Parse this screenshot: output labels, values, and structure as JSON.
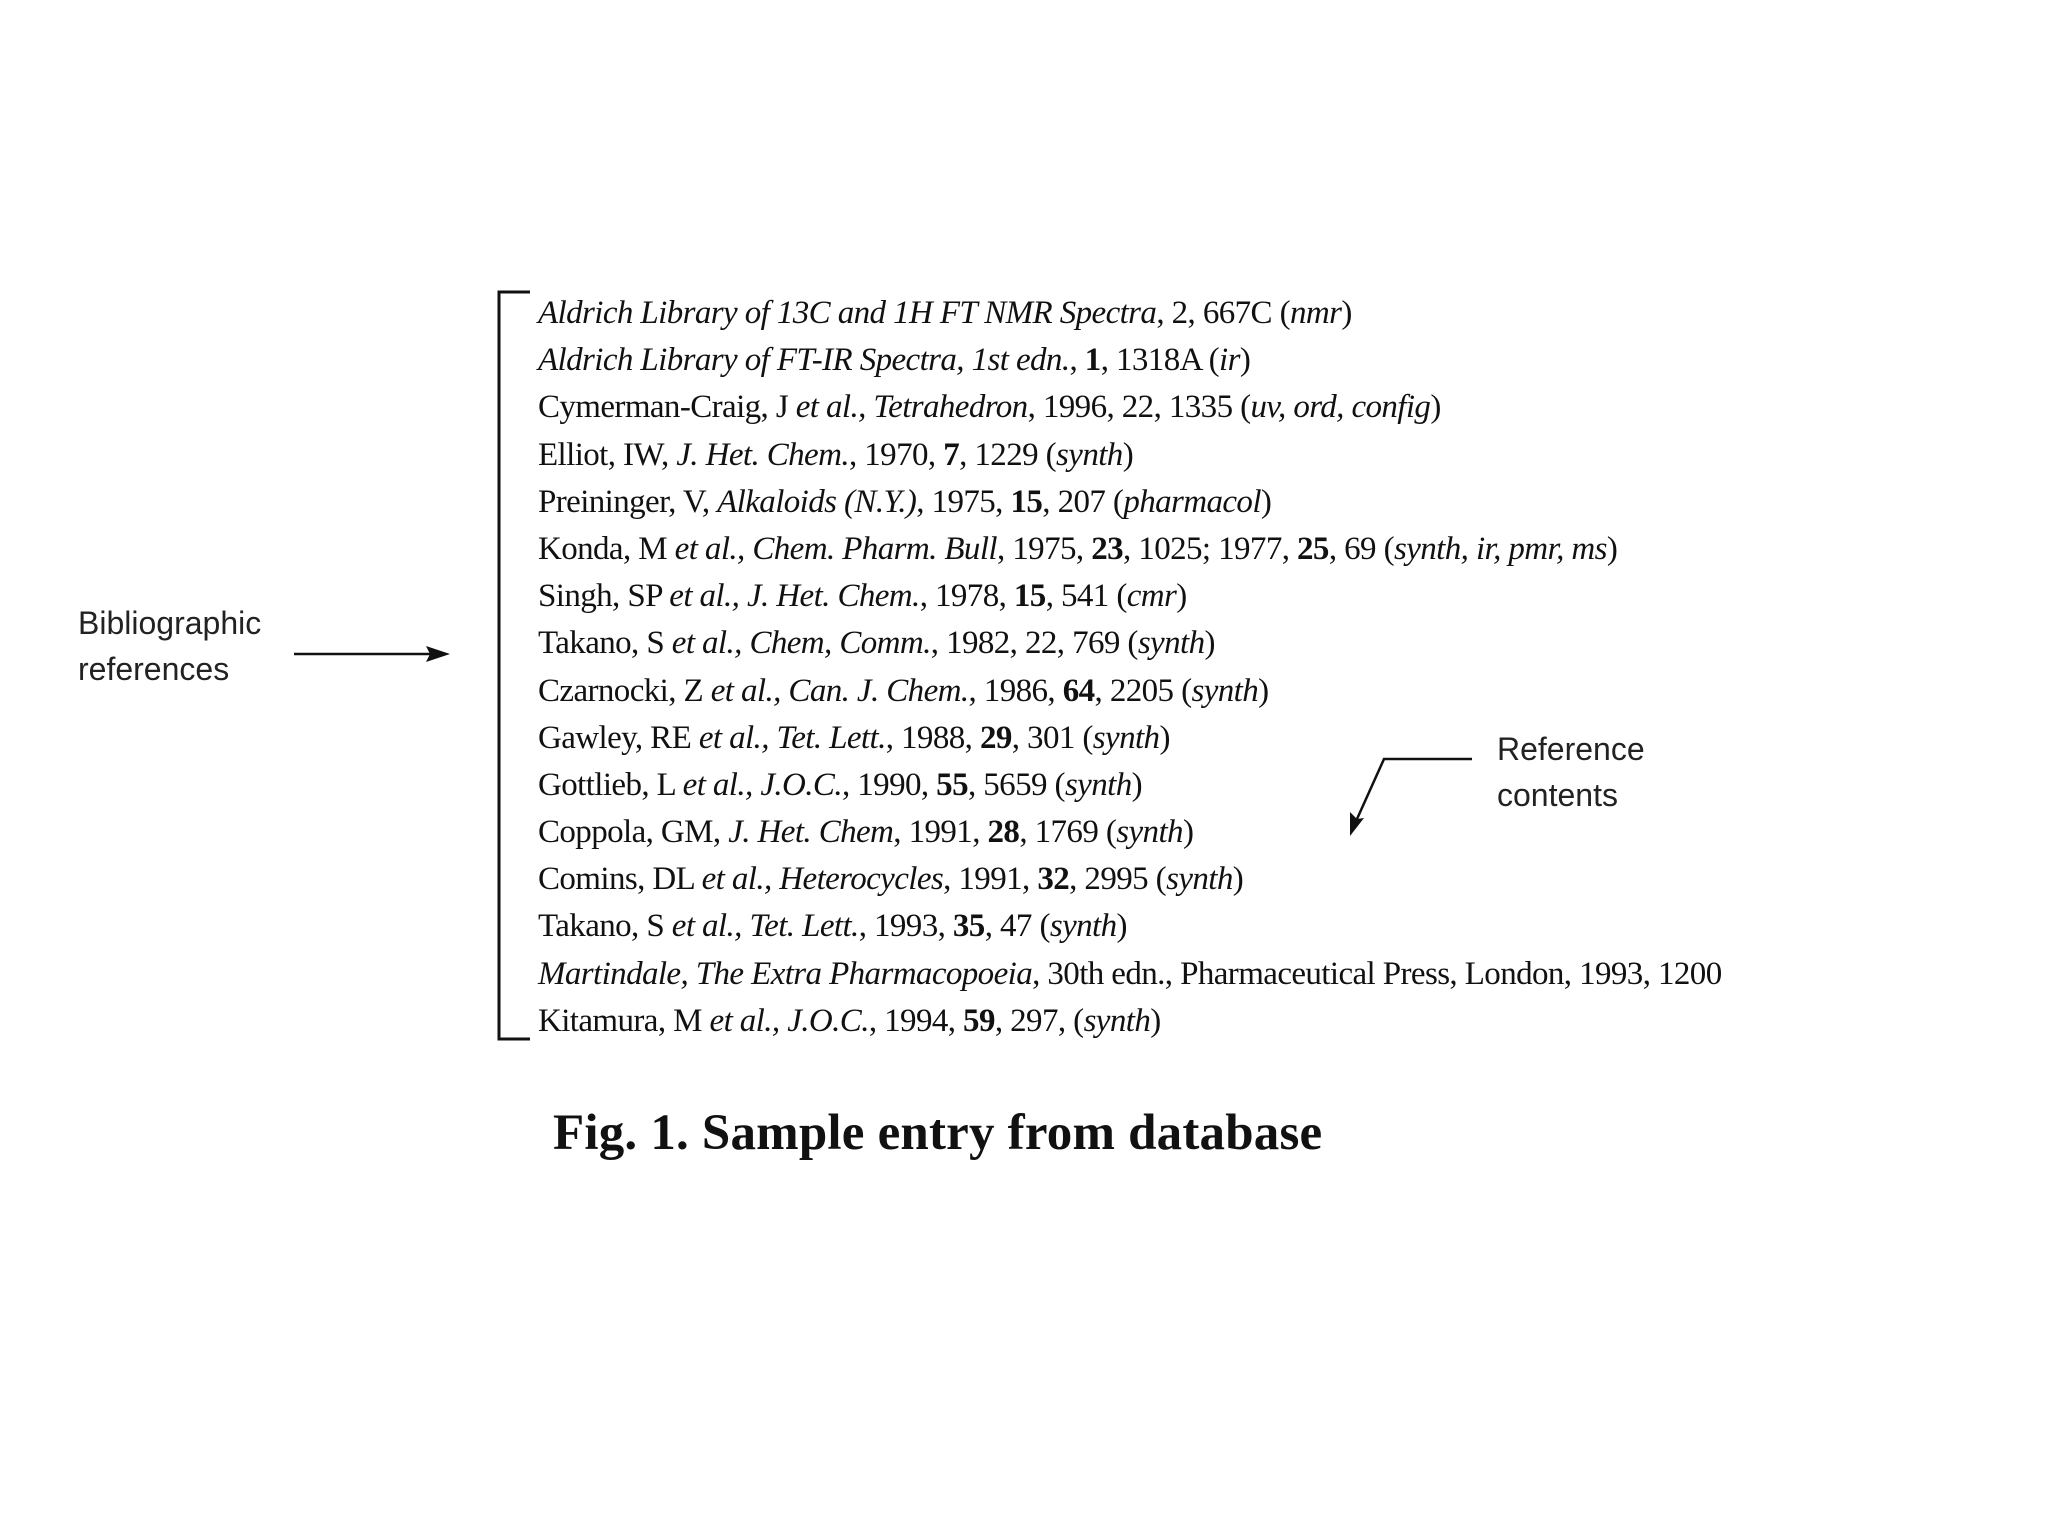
{
  "labels": {
    "bibliographic_references": [
      "Bibliographic",
      "references"
    ],
    "reference_contents": [
      "Reference",
      "contents"
    ]
  },
  "references": [
    [
      {
        "t": "Aldrich Library of 13C and 1H FT NMR Spectra",
        "s": "it"
      },
      {
        "t": ", 2, 667C ("
      },
      {
        "t": "nmr",
        "s": "it"
      },
      {
        "t": ")"
      }
    ],
    [
      {
        "t": "Aldrich Library of FT-IR Spectra, 1st edn.",
        "s": "it"
      },
      {
        "t": ", "
      },
      {
        "t": "1",
        "s": "bd"
      },
      {
        "t": ", 1318A ("
      },
      {
        "t": "ir",
        "s": "it"
      },
      {
        "t": ")"
      }
    ],
    [
      {
        "t": "Cymerman-Craig, J "
      },
      {
        "t": "et al., Tetrahedron",
        "s": "it"
      },
      {
        "t": ", 1996, 22, 1335 ("
      },
      {
        "t": "uv, ord, config",
        "s": "it"
      },
      {
        "t": ")"
      }
    ],
    [
      {
        "t": "Elliot, IW, "
      },
      {
        "t": "J. Het. Chem.",
        "s": "it"
      },
      {
        "t": ", 1970, "
      },
      {
        "t": "7",
        "s": "bd"
      },
      {
        "t": ", 1229 ("
      },
      {
        "t": "synth",
        "s": "it"
      },
      {
        "t": ")"
      }
    ],
    [
      {
        "t": "Preininger, V, "
      },
      {
        "t": "Alkaloids (N.Y.)",
        "s": "it"
      },
      {
        "t": ", 1975, "
      },
      {
        "t": "15",
        "s": "bd"
      },
      {
        "t": ", 207 ("
      },
      {
        "t": "pharmacol",
        "s": "it"
      },
      {
        "t": ")"
      }
    ],
    [
      {
        "t": "Konda, M "
      },
      {
        "t": "et al., Chem. Pharm. Bull",
        "s": "it"
      },
      {
        "t": ", 1975, "
      },
      {
        "t": "23",
        "s": "bd"
      },
      {
        "t": ", 1025; 1977, "
      },
      {
        "t": "25",
        "s": "bd"
      },
      {
        "t": ", 69 ("
      },
      {
        "t": "synth, ir, pmr, ms",
        "s": "it"
      },
      {
        "t": ")"
      }
    ],
    [
      {
        "t": "Singh, SP "
      },
      {
        "t": "et al., J. Het. Chem.",
        "s": "it"
      },
      {
        "t": ", 1978, "
      },
      {
        "t": "15",
        "s": "bd"
      },
      {
        "t": ", 541 ("
      },
      {
        "t": "cmr",
        "s": "it"
      },
      {
        "t": ")"
      }
    ],
    [
      {
        "t": "Takano, S "
      },
      {
        "t": "et al., Chem, Comm.",
        "s": "it"
      },
      {
        "t": ", 1982, 22, 769 ("
      },
      {
        "t": "synth",
        "s": "it"
      },
      {
        "t": ")"
      }
    ],
    [
      {
        "t": "Czarnocki, Z "
      },
      {
        "t": "et al., Can. J. Chem.",
        "s": "it"
      },
      {
        "t": ", 1986, "
      },
      {
        "t": "64",
        "s": "bd"
      },
      {
        "t": ", 2205 ("
      },
      {
        "t": "synth",
        "s": "it"
      },
      {
        "t": ")"
      }
    ],
    [
      {
        "t": "Gawley, RE "
      },
      {
        "t": "et al., Tet. Lett.",
        "s": "it"
      },
      {
        "t": ", 1988, "
      },
      {
        "t": "29",
        "s": "bd"
      },
      {
        "t": ", 301 ("
      },
      {
        "t": "synth",
        "s": "it"
      },
      {
        "t": ")"
      }
    ],
    [
      {
        "t": "Gottlieb, L "
      },
      {
        "t": "et al., J.O.C.",
        "s": "it"
      },
      {
        "t": ", 1990, "
      },
      {
        "t": "55",
        "s": "bd"
      },
      {
        "t": ", 5659 ("
      },
      {
        "t": "synth",
        "s": "it"
      },
      {
        "t": ")"
      }
    ],
    [
      {
        "t": "Coppola, GM, "
      },
      {
        "t": "J. Het. Chem",
        "s": "it"
      },
      {
        "t": ", 1991, "
      },
      {
        "t": "28",
        "s": "bd"
      },
      {
        "t": ", 1769 ("
      },
      {
        "t": "synth",
        "s": "it"
      },
      {
        "t": ")"
      }
    ],
    [
      {
        "t": "Comins, DL "
      },
      {
        "t": "et al., Heterocycles",
        "s": "it"
      },
      {
        "t": ", 1991, "
      },
      {
        "t": "32",
        "s": "bd"
      },
      {
        "t": ", 2995 ("
      },
      {
        "t": "synth",
        "s": "it"
      },
      {
        "t": ")"
      }
    ],
    [
      {
        "t": "Takano, S "
      },
      {
        "t": "et al., Tet. Lett.",
        "s": "it"
      },
      {
        "t": ", 1993, "
      },
      {
        "t": "35",
        "s": "bd"
      },
      {
        "t": ", 47 ("
      },
      {
        "t": "synth",
        "s": "it"
      },
      {
        "t": ")"
      }
    ],
    [
      {
        "t": "Martindale, The Extra Pharmacopoeia",
        "s": "it"
      },
      {
        "t": ", 30th edn., Pharmaceutical Press, London, 1993, 1200"
      }
    ],
    [
      {
        "t": "Kitamura, M "
      },
      {
        "t": "et al., J.O.C.",
        "s": "it"
      },
      {
        "t": ", 1994, "
      },
      {
        "t": "59",
        "s": "bd"
      },
      {
        "t": ", 297, ("
      },
      {
        "t": "synth",
        "s": "it"
      },
      {
        "t": ")"
      }
    ]
  ],
  "caption": "Fig. 1.  Sample entry from database"
}
